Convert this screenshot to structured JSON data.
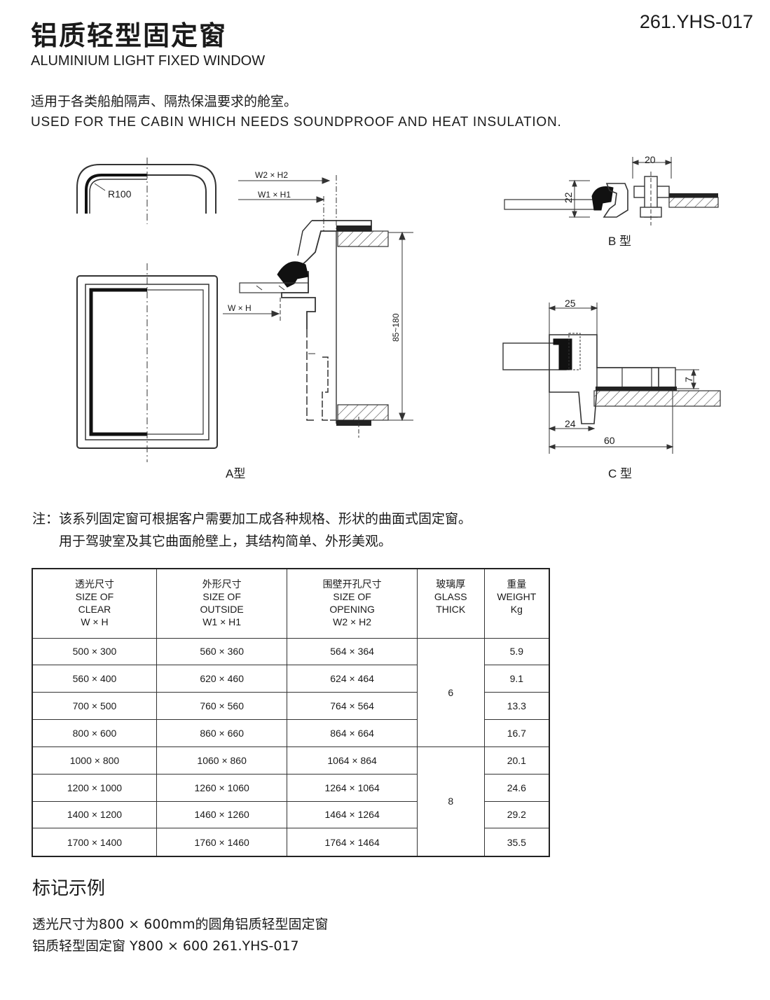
{
  "header": {
    "title_cn": "铝质轻型固定窗",
    "title_en": "ALUMINIUM LIGHT FIXED WINDOW",
    "code": "261.YHS-017"
  },
  "description": {
    "cn": "适用于各类船舶隔声、隔热保温要求的舱室。",
    "en": "USED FOR THE CABIN WHICH NEEDS SOUNDPROOF AND HEAT INSULATION."
  },
  "drawings": {
    "a": {
      "caption": "A型",
      "radius": "R100",
      "w2h2": "W2 × H2",
      "w1h1": "W1 × H1",
      "wh": "W × H",
      "height_range": "85~180"
    },
    "b": {
      "caption": "B 型",
      "dim_width": "20",
      "dim_height": "22"
    },
    "c": {
      "caption": "C 型",
      "dim_25": "25",
      "dim_7": "7",
      "dim_24": "24",
      "dim_60": "60"
    }
  },
  "note": {
    "line1": "注：该系列固定窗可根据客户需要加工成各种规格、形状的曲面式固定窗。",
    "line2": "用于驾驶室及其它曲面舱壁上，其结构简单、外形美观。"
  },
  "table": {
    "headers": [
      {
        "cn": "透光尺寸",
        "en1": "SIZE OF",
        "en2": "CLEAR",
        "en3": "W × H"
      },
      {
        "cn": "外形尺寸",
        "en1": "SIZE OF",
        "en2": "OUTSIDE",
        "en3": "W1 × H1"
      },
      {
        "cn": "围壁开孔尺寸",
        "en1": "SIZE OF",
        "en2": "OPENING",
        "en3": "W2 × H2"
      },
      {
        "cn": "玻璃厚",
        "en1": "GLASS",
        "en2": "THICK"
      },
      {
        "cn": "重量",
        "en1": "WEIGHT",
        "en2": "Kg"
      }
    ],
    "rows": [
      {
        "clear": "500 × 300",
        "outside": "560 × 360",
        "opening": "564 × 364",
        "weight": "5.9"
      },
      {
        "clear": "560 × 400",
        "outside": "620 × 460",
        "opening": "624 × 464",
        "weight": "9.1"
      },
      {
        "clear": "700 × 500",
        "outside": "760 × 560",
        "opening": "764 × 564",
        "weight": "13.3"
      },
      {
        "clear": "800 × 600",
        "outside": "860 × 660",
        "opening": "864 × 664",
        "weight": "16.7"
      },
      {
        "clear": "1000 × 800",
        "outside": "1060 × 860",
        "opening": "1064 × 864",
        "weight": "20.1"
      },
      {
        "clear": "1200 × 1000",
        "outside": "1260 × 1060",
        "opening": "1264 × 1064",
        "weight": "24.6"
      },
      {
        "clear": "1400 × 1200",
        "outside": "1460 × 1260",
        "opening": "1464 × 1264",
        "weight": "29.2"
      },
      {
        "clear": "1700 × 1400",
        "outside": "1760 × 1460",
        "opening": "1764 × 1464",
        "weight": "35.5"
      }
    ],
    "glass_groups": [
      "6",
      "8"
    ]
  },
  "marking": {
    "title": "标记示例",
    "line1": "透光尺寸为800 × 600mm的圆角铝质轻型固定窗",
    "line2": "铝质轻型固定窗 Y800 × 600 261.YHS-017"
  }
}
